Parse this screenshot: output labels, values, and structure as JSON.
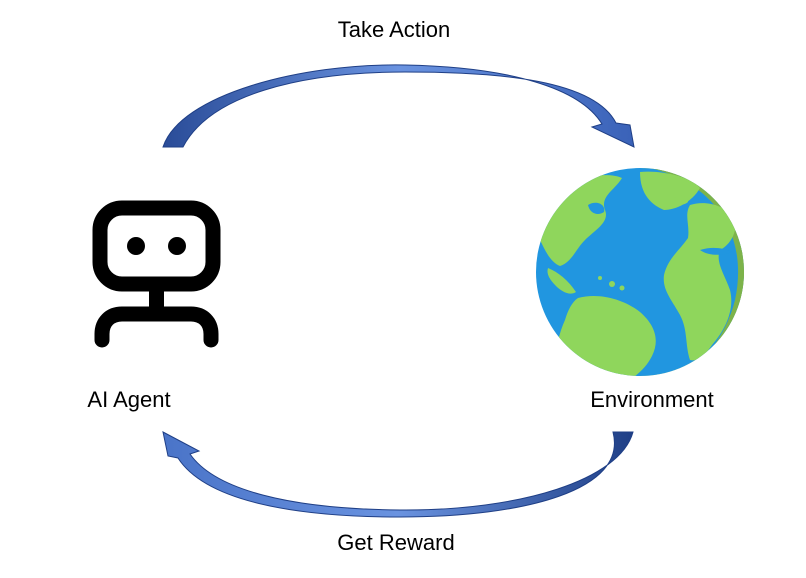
{
  "diagram": {
    "top_arrow_label": "Take Action",
    "bottom_arrow_label": "Get Reward",
    "agent_label": "AI Agent",
    "environment_label": "Environment"
  },
  "icons": {
    "agent": "robot-icon",
    "environment": "globe-icon"
  },
  "colors": {
    "arrow_light": "#5c86d6",
    "arrow_dark": "#1f3f86",
    "ocean": "#2196e0",
    "land": "#8fd65c",
    "land_dark": "#7db34a",
    "robot": "#000000"
  }
}
